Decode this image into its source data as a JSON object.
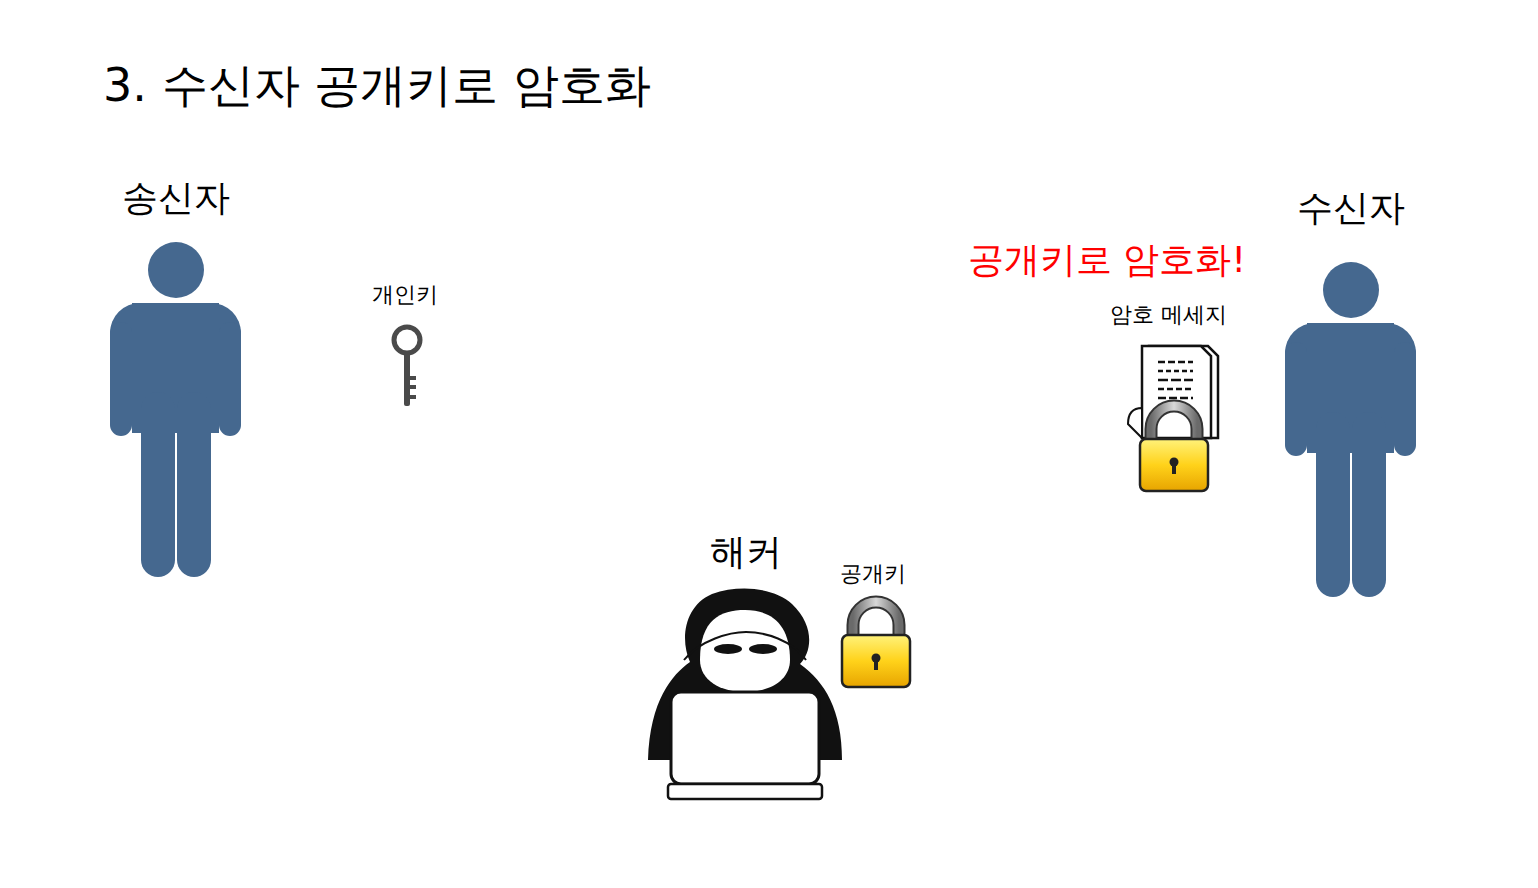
{
  "diagram": {
    "title": "3. 수신자 공개키로 암호화",
    "nodes": [
      {
        "text": [
          "송신자"
        ]
      },
      {
        "text": [
          "수신자"
        ]
      },
      {
        "text": [
          "해커"
        ]
      }
    ],
    "labels": [
      "개인키",
      "공개키로 암호화!",
      "암호 메세지",
      "공개키"
    ]
  }
}
